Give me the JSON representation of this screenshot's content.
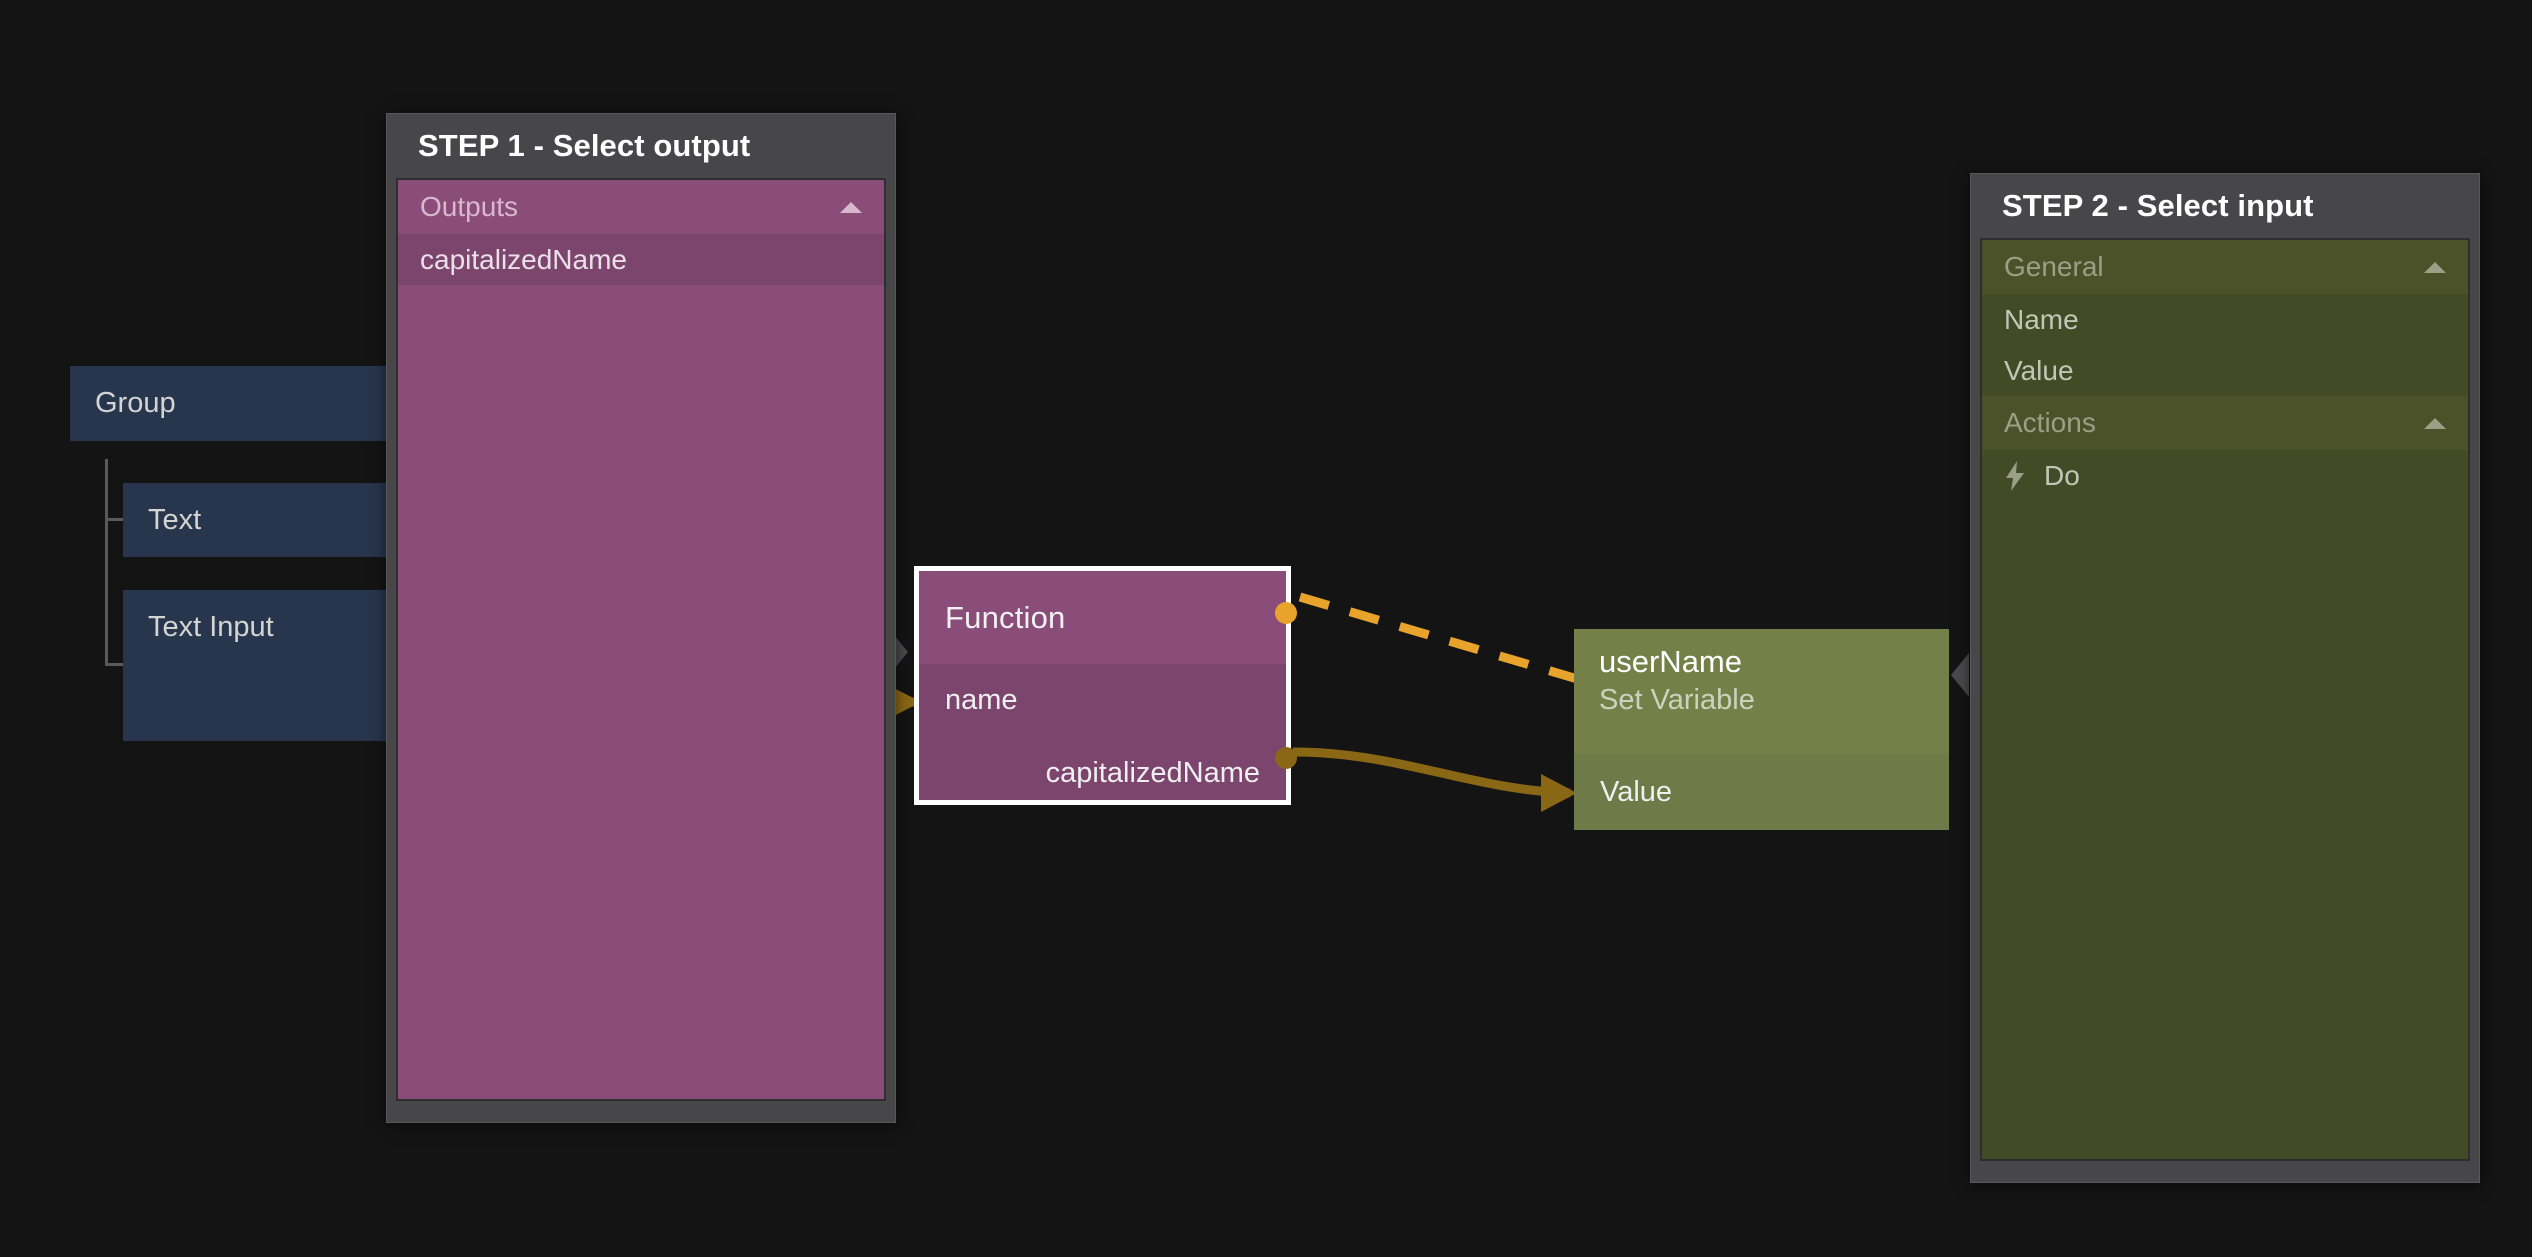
{
  "app": {
    "canvas_background": "#141414",
    "accent_exec": "#e8a32b",
    "accent_data": "#8a6715"
  },
  "tree": {
    "name": "component-tree",
    "items": [
      {
        "label": "Group",
        "level": 0
      },
      {
        "label": "Text",
        "level": 1
      },
      {
        "label": "Text Input",
        "level": 1
      }
    ]
  },
  "step1": {
    "title": "STEP 1 - Select output",
    "accent": "#8a4c78",
    "groups": [
      {
        "label": "Outputs",
        "expanded": true,
        "collapse_icon": "caret-up-icon",
        "items": [
          {
            "label": "capitalizedName"
          }
        ]
      }
    ]
  },
  "step2": {
    "title": "STEP 2 - Select input",
    "accent": "#4b5229",
    "groups": [
      {
        "label": "General",
        "expanded": true,
        "collapse_icon": "caret-up-icon",
        "items": [
          {
            "label": "Name",
            "icon": null
          },
          {
            "label": "Value",
            "icon": null
          }
        ]
      },
      {
        "label": "Actions",
        "expanded": true,
        "collapse_icon": "caret-up-icon",
        "items": [
          {
            "label": "Do",
            "icon": "lightning-bolt-icon"
          }
        ]
      }
    ]
  },
  "function_node": {
    "title": "Function",
    "selected": true,
    "accent": "#8a4c78",
    "input_label": "name",
    "output_label": "capitalizedName",
    "exec_in_icon": "exec-chevron-icon",
    "exec_out_icon": "exec-port-icon",
    "data_in_icon": "data-arrow-icon",
    "data_out_icon": "data-port-icon"
  },
  "setvar_node": {
    "title": "userName",
    "subtitle": "Set Variable",
    "accent": "#758049",
    "value_label": "Value",
    "exec_in_icon": "exec-arrow-icon",
    "exec_out_icon": "exec-chevron-icon",
    "data_in_icon": "data-arrow-icon"
  },
  "connections": [
    {
      "name": "exec-connection",
      "from": "function_node.exec_out",
      "to": "setvar_node.exec_in",
      "style": "dashed",
      "color": "#e8a32b"
    },
    {
      "name": "data-connection",
      "from": "function_node.capitalizedName",
      "to": "setvar_node.Value",
      "style": "solid",
      "color": "#8a6715"
    }
  ]
}
